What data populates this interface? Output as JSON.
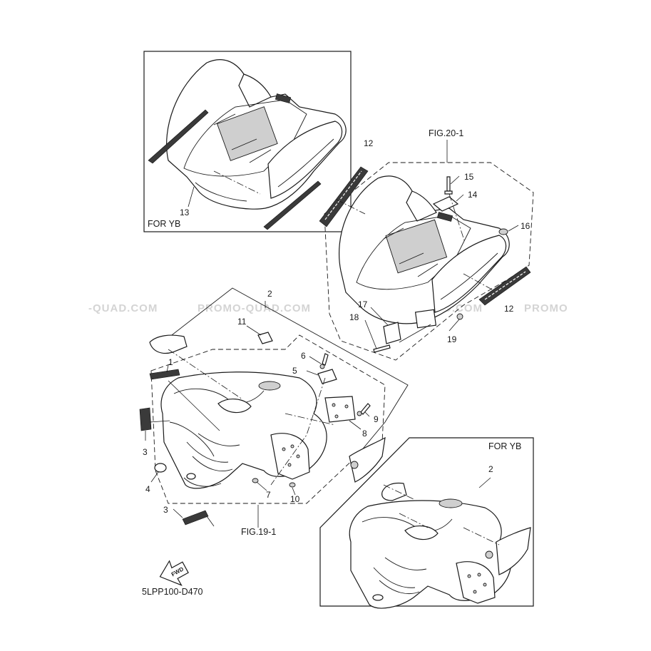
{
  "diagram_code": "5LPP100-D470",
  "watermark": {
    "segments": [
      "-QUAD.COM",
      "PROMO-QUAD.COM",
      "PROMO-QUAD.COM",
      "PROMO"
    ]
  },
  "boxes": {
    "rear_yb": {
      "label": "FOR YB"
    },
    "front_yb": {
      "label": "FOR YB"
    }
  },
  "figure_refs": {
    "rear": "FIG.20-1",
    "front": "FIG.19-1"
  },
  "fwd_arrow": "FWD",
  "callouts": {
    "c1": "1",
    "c2a": "2",
    "c2b": "2",
    "c3a": "3",
    "c3b": "3",
    "c4": "4",
    "c5": "5",
    "c6": "6",
    "c7": "7",
    "c8": "8",
    "c9": "9",
    "c10": "10",
    "c11": "11",
    "c12a": "12",
    "c12b": "12",
    "c13": "13",
    "c14": "14",
    "c15": "15",
    "c16": "16",
    "c17": "17",
    "c18": "18",
    "c19": "19"
  }
}
